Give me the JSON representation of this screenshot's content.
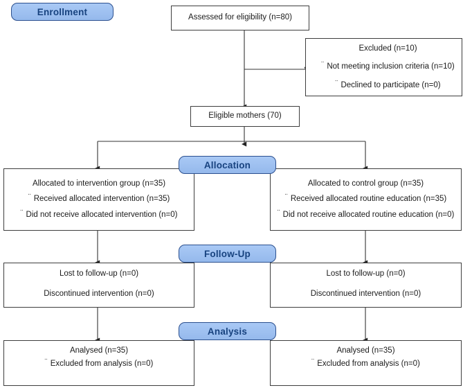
{
  "diagram": {
    "title": "CONSORT participant flow diagram",
    "bullet_glyph": "¨",
    "colors": {
      "badge_fill": "#9dc0f0",
      "badge_border": "#2b4f8e",
      "badge_text": "#17427f",
      "box_border": "#3d3d3d",
      "box_fill": "#ffffff",
      "connector": "#333333",
      "text": "#1a1a1a"
    },
    "stages": [
      {
        "id": "enrollment",
        "label": "Enrollment"
      },
      {
        "id": "allocation",
        "label": "Allocation"
      },
      {
        "id": "followup",
        "label": "Follow-Up"
      },
      {
        "id": "analysis",
        "label": "Analysis"
      }
    ],
    "boxes": {
      "assessed": {
        "lines": [
          {
            "bullet": false,
            "text": "Assessed for eligibility (n=80)"
          }
        ]
      },
      "excluded": {
        "lines": [
          {
            "bullet": false,
            "text": "Excluded (n=10)"
          },
          {
            "bullet": true,
            "text": "Not meeting inclusion criteria (n=10)"
          },
          {
            "bullet": true,
            "text": "Declined to participate (n=0)"
          }
        ]
      },
      "eligible": {
        "lines": [
          {
            "bullet": false,
            "text": "Eligible mothers (70)"
          }
        ]
      },
      "allocated_intervention": {
        "lines": [
          {
            "bullet": false,
            "text": "Allocated to intervention group (n=35)"
          },
          {
            "bullet": true,
            "text": "Received allocated intervention (n=35)"
          },
          {
            "bullet": true,
            "text": "Did not receive allocated intervention (n=0)"
          }
        ]
      },
      "allocated_control": {
        "lines": [
          {
            "bullet": false,
            "text": "Allocated to control group (n=35)"
          },
          {
            "bullet": true,
            "text": "Received allocated routine education (n=35)"
          },
          {
            "bullet": true,
            "text": "Did not receive allocated routine education (n=0)"
          }
        ]
      },
      "followup_intervention": {
        "lines": [
          {
            "bullet": false,
            "text": "Lost to follow-up (n=0)"
          },
          {
            "bullet": false,
            "text": "Discontinued intervention (n=0)"
          }
        ]
      },
      "followup_control": {
        "lines": [
          {
            "bullet": false,
            "text": "Lost to follow-up (n=0)"
          },
          {
            "bullet": false,
            "text": "Discontinued intervention (n=0)"
          }
        ]
      },
      "analysis_intervention": {
        "lines": [
          {
            "bullet": false,
            "text": "Analysed (n=35)"
          },
          {
            "bullet": true,
            "text": "Excluded from analysis (n=0)"
          }
        ]
      },
      "analysis_control": {
        "lines": [
          {
            "bullet": false,
            "text": "Analysed (n=35)"
          },
          {
            "bullet": true,
            "text": "Excluded from analysis (n=0)"
          }
        ]
      }
    }
  }
}
